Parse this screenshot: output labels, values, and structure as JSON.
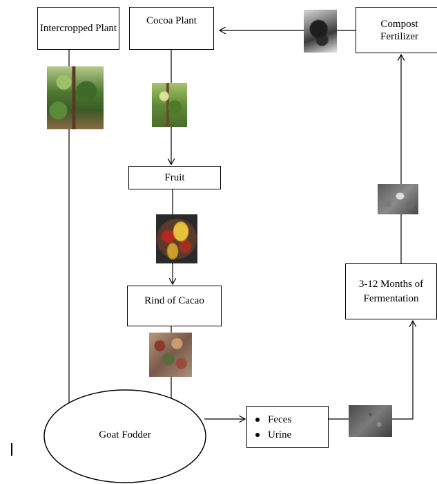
{
  "nodes": {
    "intercropped_plant": "Intercropped Plant",
    "cocoa_plant": "Cocoa Plant",
    "compost_fertilizer": "Compost Fertilizer",
    "fruit": "Fruit",
    "rind_of_cacao": "Rind of Cacao",
    "fermentation": "3-12 Months of Fermentation",
    "goat_fodder": "Goat Fodder"
  },
  "waste_items": [
    "Feces",
    "Urine"
  ],
  "photos": [
    "intercropped-plant-photo",
    "cocoa-plant-photo",
    "cocoa-pods-photo",
    "cacao-rind-photo",
    "manure-photo",
    "fermenting-compost-photo",
    "compost-soil-photo"
  ]
}
